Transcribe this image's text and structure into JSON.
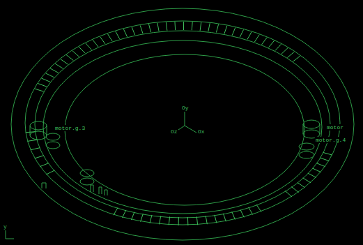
{
  "diagram": {
    "labels": [
      "motor.g.3",
      "motor",
      "motor.g.4",
      "Oy",
      "Oz",
      "Ox",
      "y"
    ]
  }
}
